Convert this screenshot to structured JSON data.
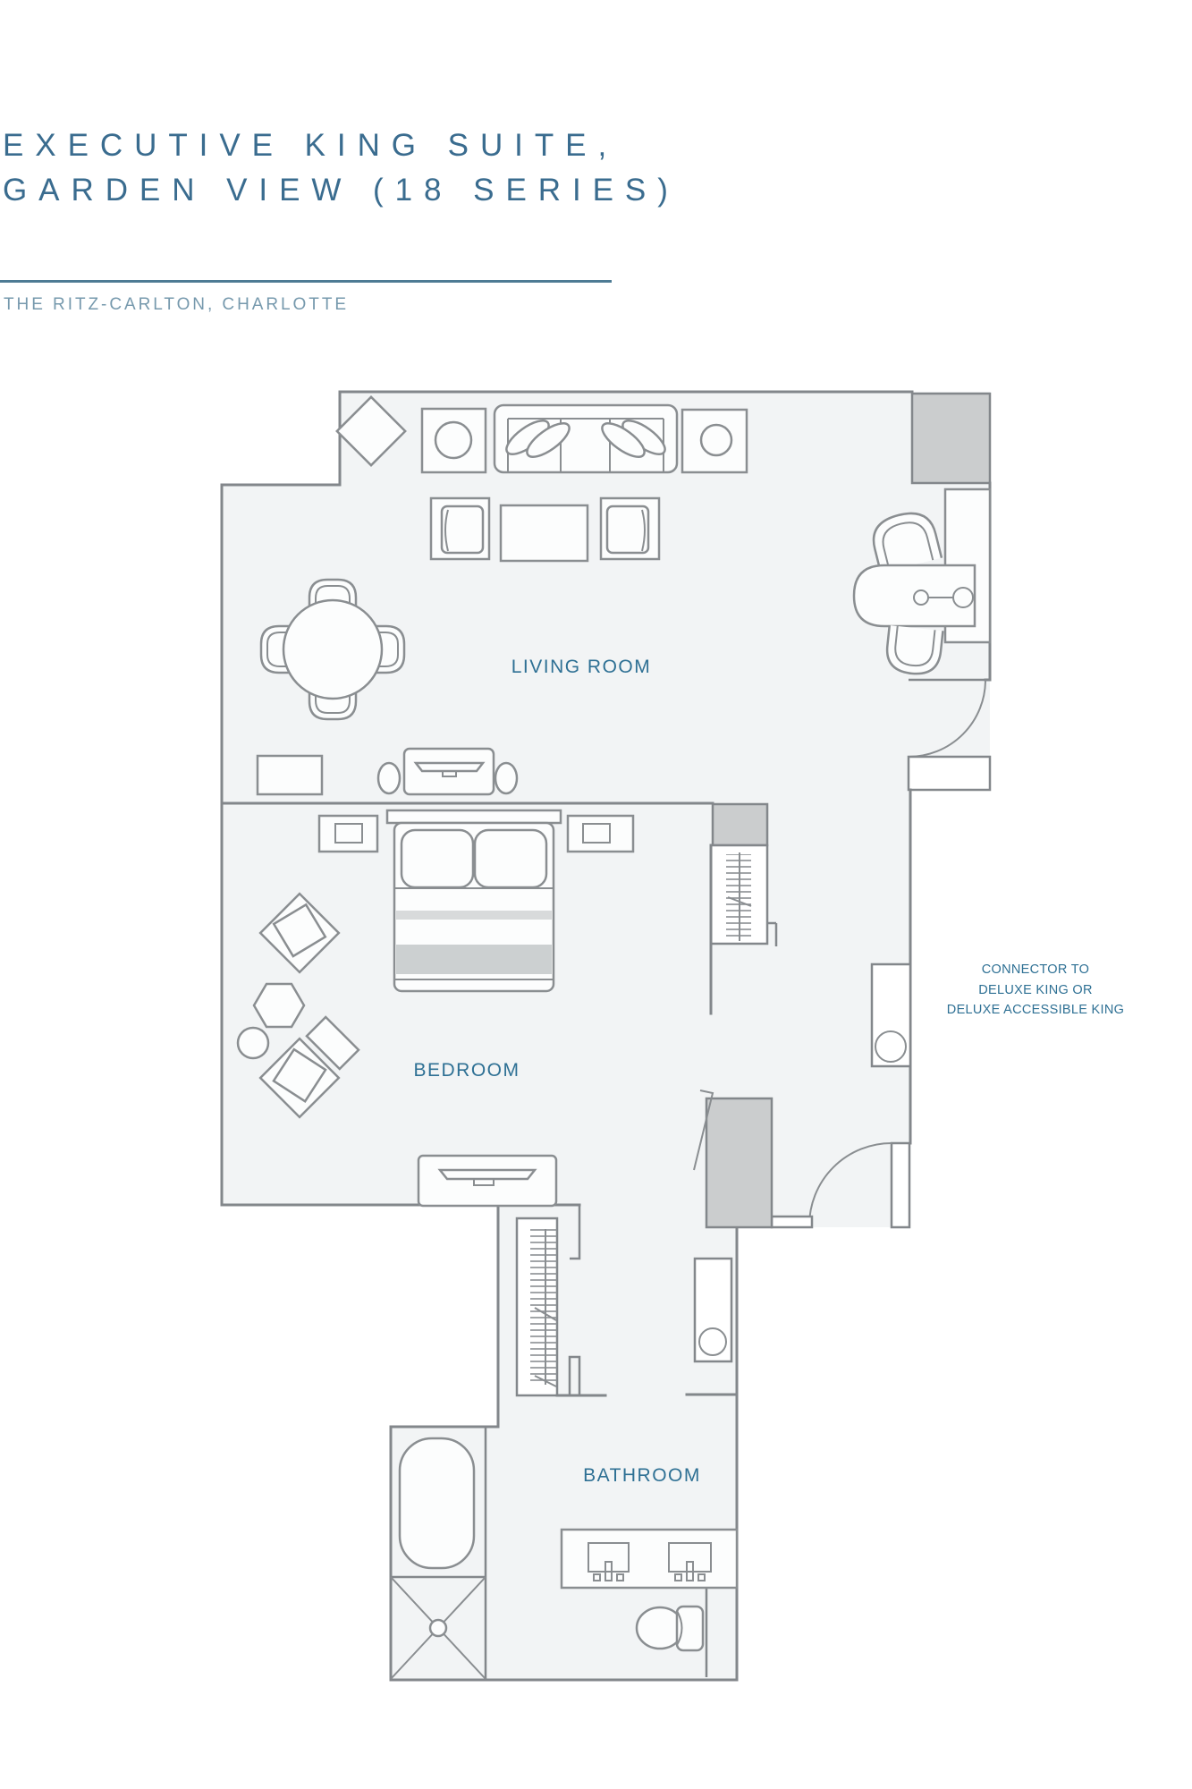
{
  "header": {
    "title_line1": "EXECUTIVE KING SUITE,",
    "title_line2": "GARDEN VIEW  (18 SERIES)",
    "subtitle": "THE RITZ-CARLTON, CHARLOTTE"
  },
  "plan": {
    "labels": {
      "living_room": "LIVING ROOM",
      "bedroom": "BEDROOM",
      "bathroom": "BATHROOM"
    },
    "connector_note": {
      "line1": "CONNECTOR TO",
      "line2": "DELUXE KING OR",
      "line3": "DELUXE ACCESSIBLE KING"
    }
  },
  "colors": {
    "accent_text": "#2e7094",
    "title_text": "#3a6c8f",
    "subtitle_text": "#7699ad",
    "wall_stroke": "#83878b",
    "floor_fill": "#f2f4f5",
    "block_fill": "#cbcdce"
  }
}
